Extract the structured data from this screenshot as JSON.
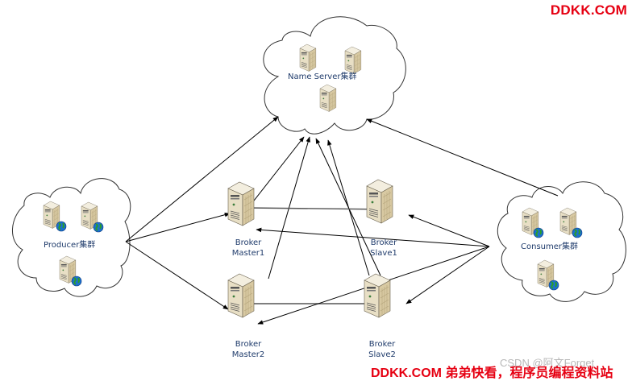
{
  "watermark": {
    "top": "DDKK.COM",
    "bottom": "DDKK.COM 弟弟快看，程序员编程资料站",
    "csdn": "CSDN @阿文Forget"
  },
  "clusters": {
    "nameserver": {
      "label": "Name Server集群",
      "server_count": 3,
      "has_globe": false
    },
    "producer": {
      "label": "Producer集群",
      "server_count": 3,
      "has_globe": true
    },
    "consumer": {
      "label": "Consumer集群",
      "server_count": 3,
      "has_globe": true
    }
  },
  "brokers": {
    "master1": {
      "line1": "Broker",
      "line2": "Master1"
    },
    "slave1": {
      "line1": "Broker",
      "line2": "Slave1"
    },
    "master2": {
      "line1": "Broker",
      "line2": "Master2"
    },
    "slave2": {
      "line1": "Broker",
      "line2": "Slave2"
    }
  },
  "connections": [
    {
      "from": "producer",
      "to": "nameserver"
    },
    {
      "from": "producer",
      "to": "master1"
    },
    {
      "from": "producer",
      "to": "master2"
    },
    {
      "from": "master1",
      "to": "nameserver"
    },
    {
      "from": "master2",
      "to": "nameserver"
    },
    {
      "from": "slave1",
      "to": "nameserver"
    },
    {
      "from": "slave2",
      "to": "nameserver"
    },
    {
      "from": "consumer",
      "to": "nameserver"
    },
    {
      "from": "master1",
      "to": "slave1"
    },
    {
      "from": "master2",
      "to": "slave2"
    },
    {
      "from": "consumer",
      "to": "master1"
    },
    {
      "from": "consumer",
      "to": "slave1"
    },
    {
      "from": "consumer",
      "to": "master2"
    },
    {
      "from": "consumer",
      "to": "slave2"
    }
  ],
  "colors": {
    "watermark": "#e60012",
    "label": "#1f3b6b",
    "line": "#000000",
    "server_front": "#e9e1c9",
    "server_side": "#d9cba5",
    "server_top": "#f2ecdc"
  }
}
